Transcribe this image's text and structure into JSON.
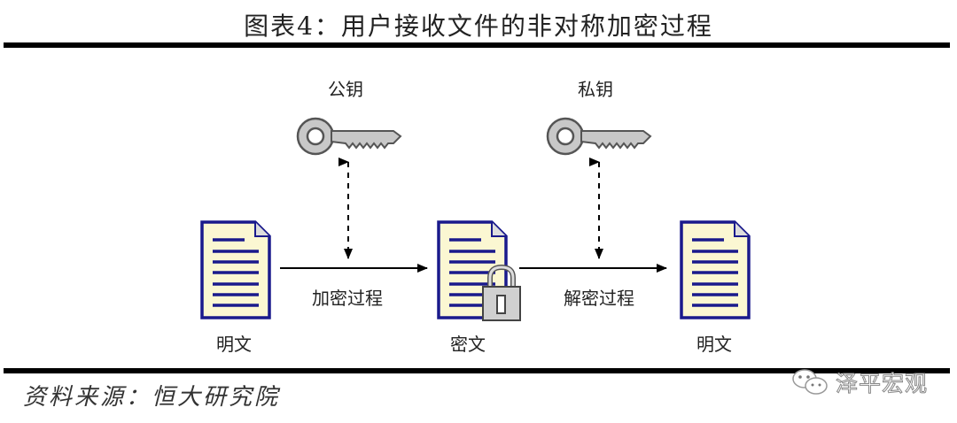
{
  "title": "图表4：用户接收文件的非对称加密过程",
  "diagram": {
    "keys": [
      {
        "label": "公钥",
        "kind": "public-key"
      },
      {
        "label": "私钥",
        "kind": "private-key"
      }
    ],
    "documents": [
      {
        "label": "明文",
        "state": "plaintext",
        "locked": false
      },
      {
        "label": "密文",
        "state": "ciphertext",
        "locked": true
      },
      {
        "label": "明文",
        "state": "plaintext",
        "locked": false
      }
    ],
    "processes": [
      {
        "label": "加密过程",
        "from": "明文",
        "to": "密文",
        "key": "公钥"
      },
      {
        "label": "解密过程",
        "from": "密文",
        "to": "明文",
        "key": "私钥"
      }
    ],
    "colors": {
      "doc_fill": "#fbf7d2",
      "doc_border": "#1a1a8c",
      "doc_lines": "#1a1a8c",
      "key_fill": "#c8c8c8",
      "lock_fill": "#d0d0d0"
    }
  },
  "source": "资料来源：恒大研究院",
  "watermark": "泽平宏观"
}
